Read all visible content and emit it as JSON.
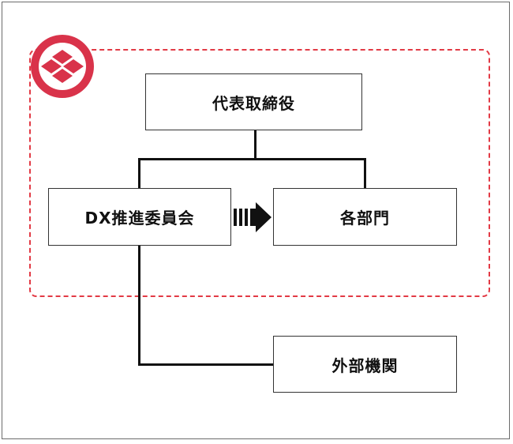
{
  "logo": {
    "name": "crest-logo",
    "color": "#d9334a"
  },
  "org": {
    "top": "代表取締役",
    "dx_committee": "DX推進委員会",
    "departments": "各部門",
    "external": "外部機関"
  },
  "colors": {
    "dashed_border": "#e23a45",
    "box_border": "#333333",
    "line": "#111111"
  }
}
